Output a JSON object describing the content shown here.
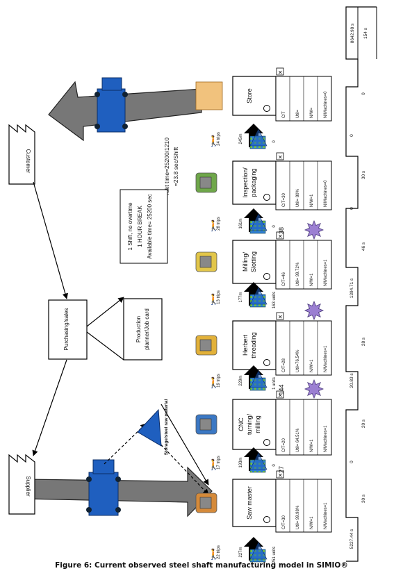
{
  "caption": "Figure 6: Current observed steel shaft manufacturing model in SIMIO®",
  "entities": {
    "customer": "Customer",
    "supplier": "Supplier",
    "purchasing": "Purchasing/sales",
    "planner": [
      "Production",
      "planner/Job card"
    ],
    "storage": "Storage/steel raw material"
  },
  "takt": [
    "Takt time=25200/1210",
    "=23.8 sec/Shift"
  ],
  "shift": [
    "1 Shift, no overtime",
    "1 HOUR BREAK",
    "Available time= 25200 sec"
  ],
  "processes": [
    {
      "name": [
        "Saw master"
      ],
      "stats": [
        "C/T=30",
        "Util= 99.98%",
        "N/W=1",
        "N/Machines=1"
      ],
      "queue": "27",
      "cycle": "30 s"
    },
    {
      "name": [
        "CNC",
        "turning/",
        "milling"
      ],
      "stats": [
        "C/T=20",
        "Util= 64.51%",
        "N/W=1",
        "N/Machines=1"
      ],
      "queue": "144",
      "cycle": "20 s"
    },
    {
      "name": [
        "Herbert",
        "threading"
      ],
      "stats": [
        "C/T=28",
        "Util=76.54%",
        "N/W=1",
        "N/Machines=1"
      ],
      "queue": "",
      "cycle": "28 s"
    },
    {
      "name": [
        "Milling/",
        "Slotting"
      ],
      "stats": [
        "C/T=46",
        "Util= 99.72%",
        "N/W=1",
        "N/Machines=1"
      ],
      "queue": "38",
      "cycle": "46 s"
    },
    {
      "name": [
        "Inspection/",
        "packaging"
      ],
      "stats": [
        "C/T=30",
        "Util= 80%",
        "N/W=1",
        "N/Machines=0"
      ],
      "queue": "",
      "cycle": "30 s"
    },
    {
      "name": [
        "Store"
      ],
      "stats": [
        "C/T",
        "Util=",
        "N/W=",
        "N/Machines=0"
      ],
      "queue": "",
      "cycle": "0"
    }
  ],
  "transport": [
    {
      "trips": "22 trips",
      "dist": "227m",
      "units": "251 units"
    },
    {
      "trips": "17 trips",
      "dist": "193m",
      "units": "0"
    },
    {
      "trips": "19 trips",
      "dist": "229m",
      "units": "1 units"
    },
    {
      "trips": "13 trips",
      "dist": "177m",
      "units": "163 units"
    },
    {
      "trips": "28 trips",
      "dist": "161m",
      "units": "0"
    },
    {
      "trips": "24 trips",
      "dist": "245m",
      "units": "0"
    }
  ],
  "timeline": {
    "waits": [
      "5227.44 s",
      "0",
      "20.83 s",
      "1394.71 s",
      "0",
      "0"
    ],
    "lead_time": "8642.98 s",
    "process_time": "154 s"
  }
}
